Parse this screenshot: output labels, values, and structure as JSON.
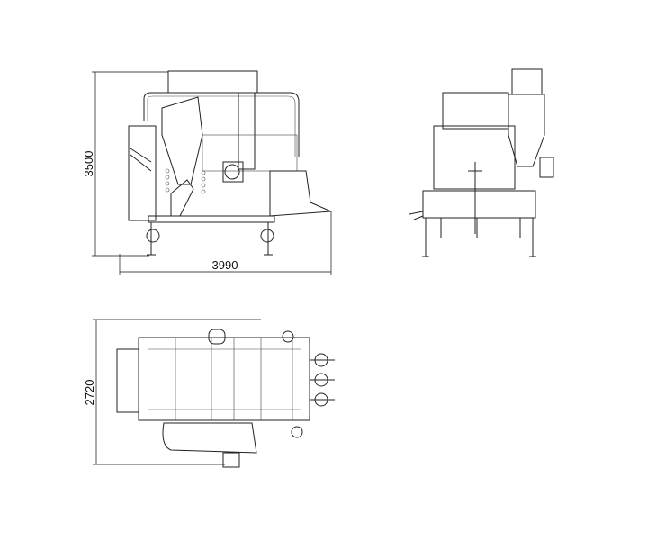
{
  "drawing": {
    "views": [
      "front-view",
      "side-view",
      "top-view"
    ],
    "dimensions": {
      "front_height": "3500",
      "front_width": "3990",
      "top_depth": "2720"
    },
    "line_color": "#222222",
    "background": "#ffffff"
  }
}
